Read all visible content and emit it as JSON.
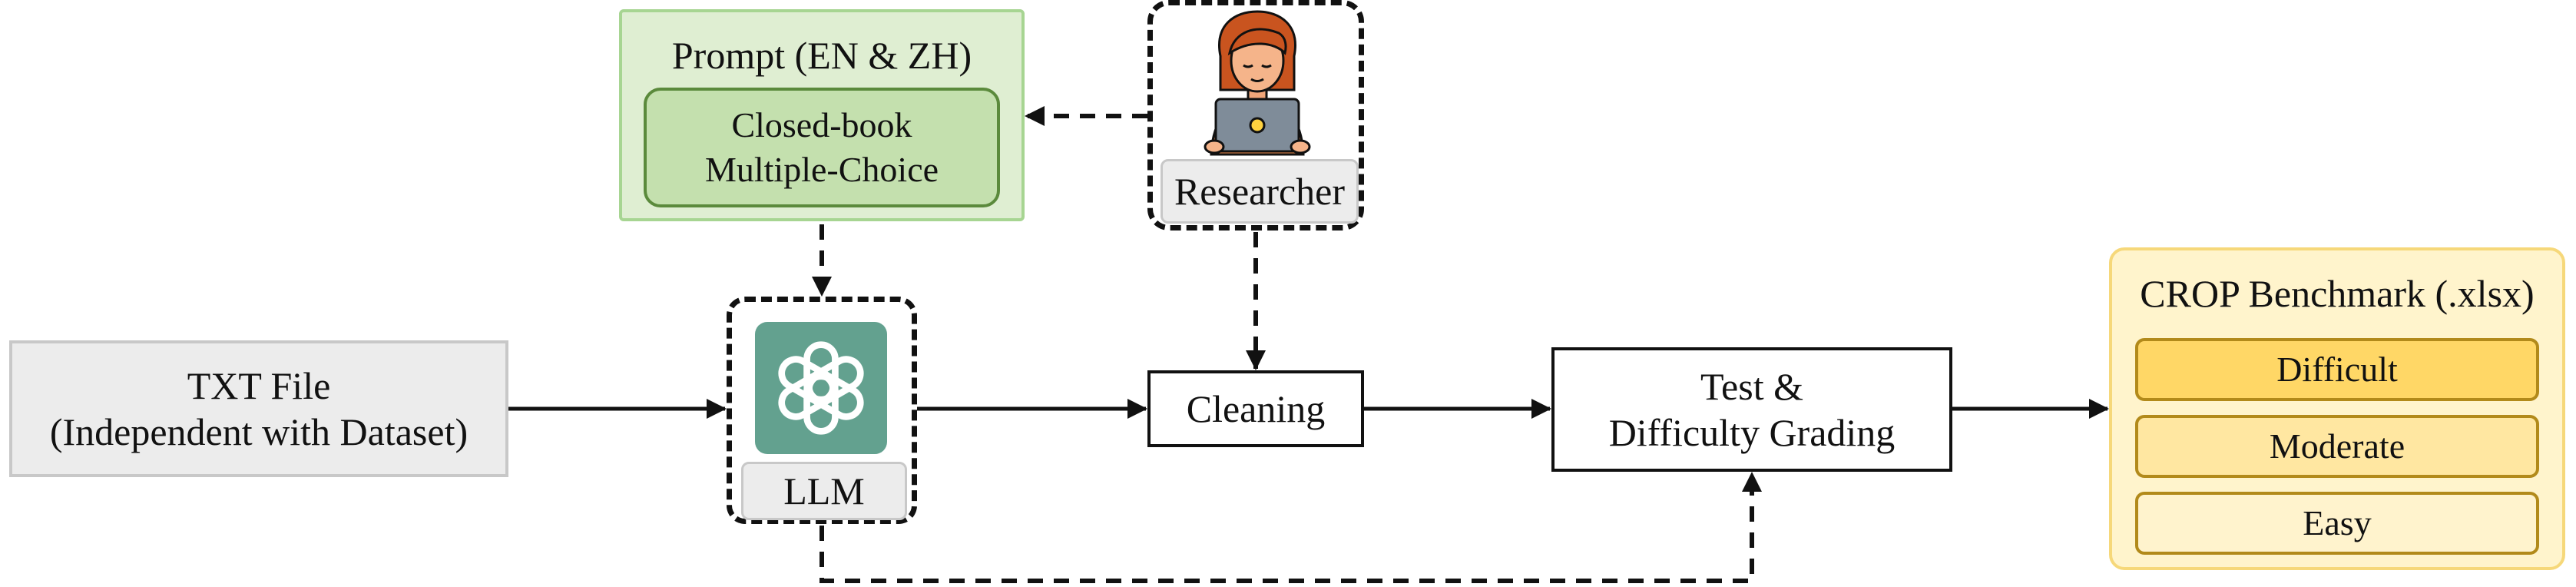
{
  "txt_file": {
    "line1": "TXT File",
    "line2": "(Independent with Dataset)"
  },
  "prompt": {
    "title": "Prompt (EN & ZH)",
    "inner_line1": "Closed-book",
    "inner_line2": "Multiple-Choice"
  },
  "llm": {
    "label": "LLM",
    "icon": "openai-logo-icon"
  },
  "researcher": {
    "label": "Researcher",
    "icon": "researcher-laptop-icon"
  },
  "cleaning": {
    "label": "Cleaning"
  },
  "test": {
    "line1": "Test &",
    "line2": "Difficulty Grading"
  },
  "benchmark": {
    "title": "CROP Benchmark (.xlsx)",
    "levels": [
      "Difficult",
      "Moderate",
      "Easy"
    ]
  },
  "colors": {
    "prompt_fill": "#dfeed2",
    "prompt_border": "#a7d592",
    "inner_fill": "#c4e0ae",
    "inner_border": "#5b8a3c",
    "llm_logo": "#63a18f",
    "bench_fill": "#fff4cc",
    "bench_border": "#f6d87a",
    "difficult": "#ffd766",
    "moderate": "#ffe7a1",
    "easy": "#fff3cd"
  }
}
